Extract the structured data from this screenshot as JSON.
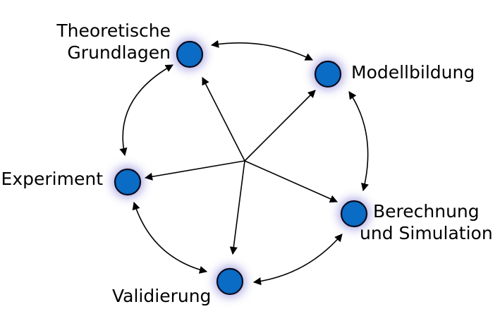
{
  "nodes": {
    "theorie": {
      "lines": [
        "Theoretische",
        "Grundlagen"
      ]
    },
    "modell": {
      "lines": [
        "Modellbildung"
      ]
    },
    "berechnung": {
      "lines": [
        "Berechnung",
        "und Simulation"
      ]
    },
    "validierung": {
      "lines": [
        "Validierung"
      ]
    },
    "experiment": {
      "lines": [
        "Experiment"
      ]
    }
  },
  "colors": {
    "node_fill": "#0a6cc4",
    "node_stroke": "#0b0b1e",
    "glow": "#8a84d6",
    "edge": "#000000"
  }
}
